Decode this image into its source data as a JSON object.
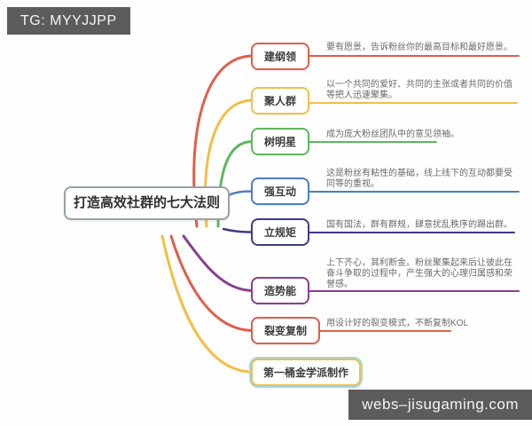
{
  "badges": {
    "top_left": "TG: MYYJJPP",
    "bottom_right": "webs–jisugaming.com"
  },
  "mindmap": {
    "root": "打造高效社群的七大法则",
    "root_border_color": "#98a1ac",
    "branches": [
      {
        "label": "建纲领",
        "color": "#df5f4b",
        "desc": "要有愿景，告诉粉丝你的最高目标和最好愿景。"
      },
      {
        "label": "聚人群",
        "color": "#f2be45",
        "desc": "以一个共同的爱好、共同的主张或者共同的价值等把人迅速聚集。"
      },
      {
        "label": "树明星",
        "color": "#5cb85c",
        "desc": "成为庞大粉丝团队中的意见领袖。"
      },
      {
        "label": "强互动",
        "color": "#4a80c0",
        "desc": "这是粉丝有粘性的基础，线上线下的互动都要受同等的重视。"
      },
      {
        "label": "立规矩",
        "color": "#3d3d85",
        "desc": "国有国法，群有群规，肆意扰乱秩序的踢出群。"
      },
      {
        "label": "造势能",
        "color": "#8a3e8f",
        "desc": "上下齐心，其利断金。粉丝聚集起来后让彼此在奋斗争取的过程中，产生强大的心理归属感和荣誉感。"
      },
      {
        "label": "裂变复制",
        "color": "#df5f4b",
        "desc": "用设计好的裂变模式，不断复制KOL"
      },
      {
        "label": "第一桶金学派制作",
        "color": "#f2be45",
        "outline_color": "#9fd8e8",
        "desc": ""
      }
    ]
  }
}
